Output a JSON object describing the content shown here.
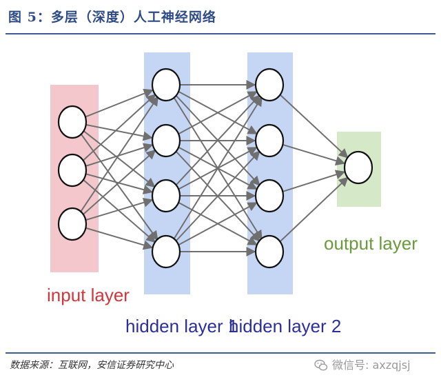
{
  "title": "图 5：多层（深度）人工神经网络",
  "source": "数据来源：互联网，安信证券研究中心",
  "watermark": "微信号: axzqjsj",
  "layers": [
    {
      "id": "input",
      "label": "input layer",
      "neurons": 3
    },
    {
      "id": "hidden1",
      "label": "hidden layer 1",
      "neurons": 4
    },
    {
      "id": "hidden2",
      "label": "hidden layer 2",
      "neurons": 4
    },
    {
      "id": "output",
      "label": "output layer",
      "neurons": 1
    }
  ],
  "colors": {
    "title": "#2f4b85",
    "input_bg": "#f3c7cc",
    "hidden_bg": "#c5d6f4",
    "output_bg": "#d5e8c8",
    "input_label": "#d2353b",
    "hidden_label": "#2b2f9a",
    "output_label": "#6a9a3c",
    "edge": "#6f6f6f"
  }
}
